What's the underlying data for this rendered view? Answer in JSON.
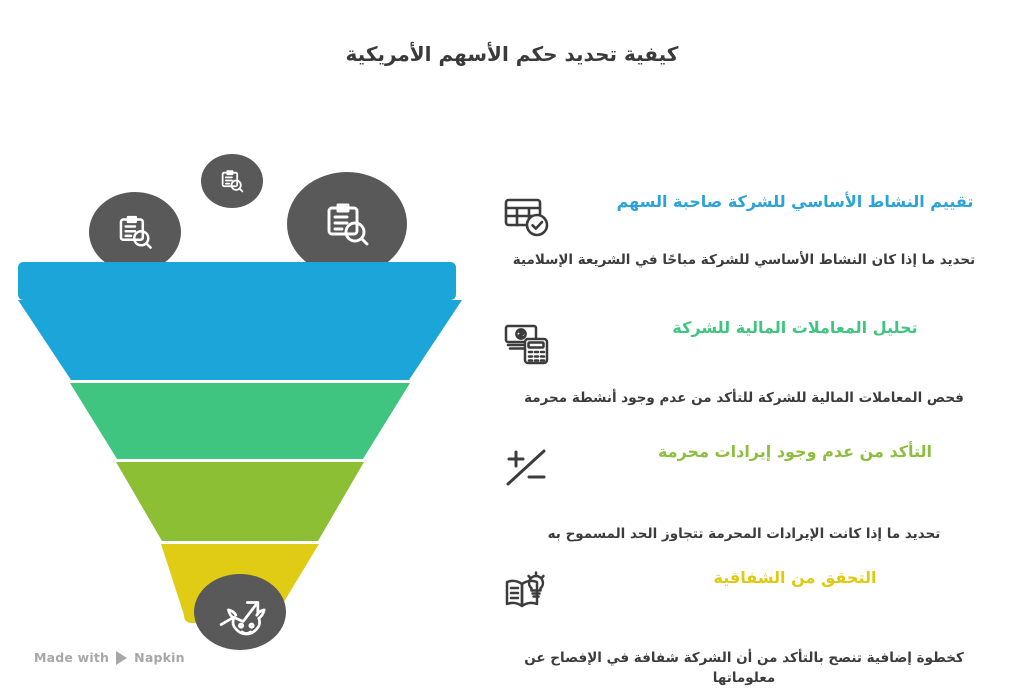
{
  "title": "كيفية تحديد حكم الأسهم الأمريكية",
  "colors": {
    "stage_blue": "#1CA5D8",
    "stage_green": "#3FC57F",
    "stage_lime": "#8CBF33",
    "stage_yellow": "#E0CC15",
    "bubble_gray": "#595959",
    "text_dark": "#3C3C3C",
    "heading_1": "#29A3D9",
    "heading_2": "#3FC57F",
    "heading_3": "#8CBF3F",
    "heading_4": "#E0C911",
    "watermark": "#A7A7A7"
  },
  "funnel": {
    "stages": [
      {
        "name": "stage-1",
        "color": "#1CA5D8"
      },
      {
        "name": "stage-2",
        "color": "#3FC57F"
      },
      {
        "name": "stage-3",
        "color": "#8CBF33"
      },
      {
        "name": "stage-4",
        "color": "#E0CC15"
      }
    ],
    "top_bubbles": [
      {
        "icon": "clipboard-search-icon",
        "size": "small"
      },
      {
        "icon": "clipboard-search-icon",
        "size": "medium"
      },
      {
        "icon": "clipboard-search-icon",
        "size": "large"
      }
    ],
    "bottom_bubble": {
      "icon": "bull-growth-arrow-icon"
    }
  },
  "steps": [
    {
      "icon": "table-check-icon",
      "title": "تقييم النشاط الأساسي للشركة صاحبة السهم",
      "color": "#29A3D9",
      "description": "تحديد ما إذا كان النشاط الأساسي للشركة مباحًا في الشريعة الإسلامية"
    },
    {
      "icon": "money-calculator-icon",
      "title": "تحليل المعاملات المالية للشركة",
      "color": "#3FC57F",
      "description": "فحص المعاملات المالية للشركة للتأكد من عدم وجود أنشطة محرمة"
    },
    {
      "icon": "plus-minus-icon",
      "title": "التأكد من عدم وجود إيرادات محرمة",
      "color": "#8CBF3F",
      "description": "تحديد ما إذا كانت الإيرادات المحرمة تتجاوز الحد المسموح به"
    },
    {
      "icon": "book-lightbulb-icon",
      "title": "التحقق من الشفافية",
      "color": "#E0C911",
      "description": "كخطوة إضافية تنصح بالتأكد من أن الشركة شفافة في الإفصاح عن معلوماتها"
    }
  ],
  "watermark": {
    "text": "Made with",
    "brand": "Napkin"
  }
}
